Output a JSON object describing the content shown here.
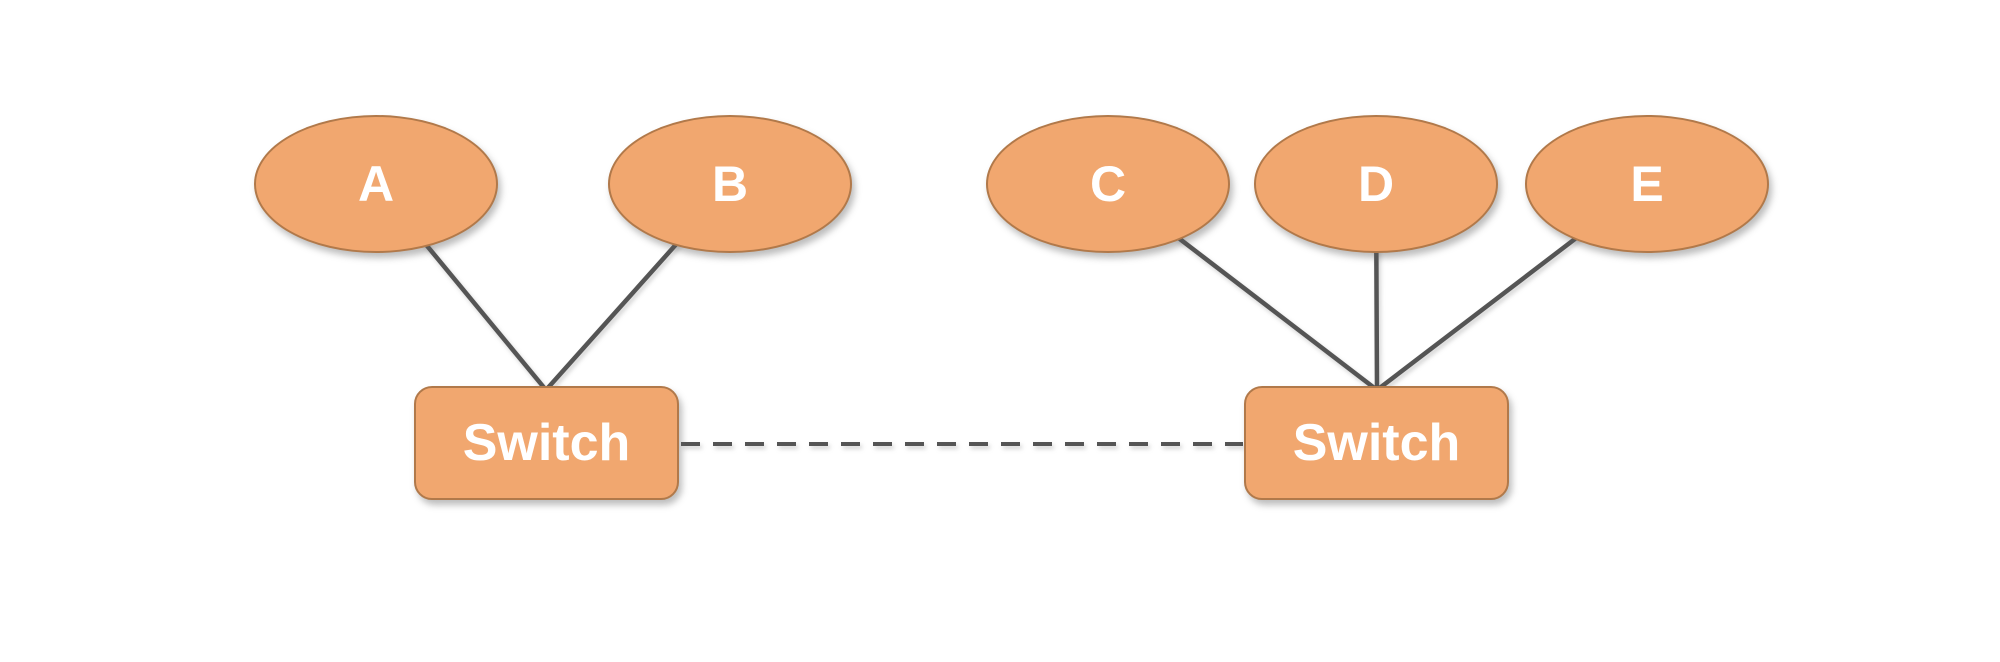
{
  "diagram": {
    "type": "network-topology",
    "nodes": [
      {
        "id": "A",
        "label": "A",
        "shape": "ellipse"
      },
      {
        "id": "B",
        "label": "B",
        "shape": "ellipse"
      },
      {
        "id": "C",
        "label": "C",
        "shape": "ellipse"
      },
      {
        "id": "D",
        "label": "D",
        "shape": "ellipse"
      },
      {
        "id": "E",
        "label": "E",
        "shape": "ellipse"
      },
      {
        "id": "switch1",
        "label": "Switch",
        "shape": "rounded-rect"
      },
      {
        "id": "switch2",
        "label": "Switch",
        "shape": "rounded-rect"
      }
    ],
    "edges": [
      {
        "from": "A",
        "to": "switch1",
        "style": "solid"
      },
      {
        "from": "B",
        "to": "switch1",
        "style": "solid"
      },
      {
        "from": "C",
        "to": "switch2",
        "style": "solid"
      },
      {
        "from": "D",
        "to": "switch2",
        "style": "solid"
      },
      {
        "from": "E",
        "to": "switch2",
        "style": "solid"
      },
      {
        "from": "switch1",
        "to": "switch2",
        "style": "dashed"
      }
    ]
  },
  "colors": {
    "node-fill": "#F1A76F",
    "node-border": "#B1794A",
    "node-text": "#FFFFFF",
    "edge": "#555555",
    "background": "#FFFFFF"
  }
}
